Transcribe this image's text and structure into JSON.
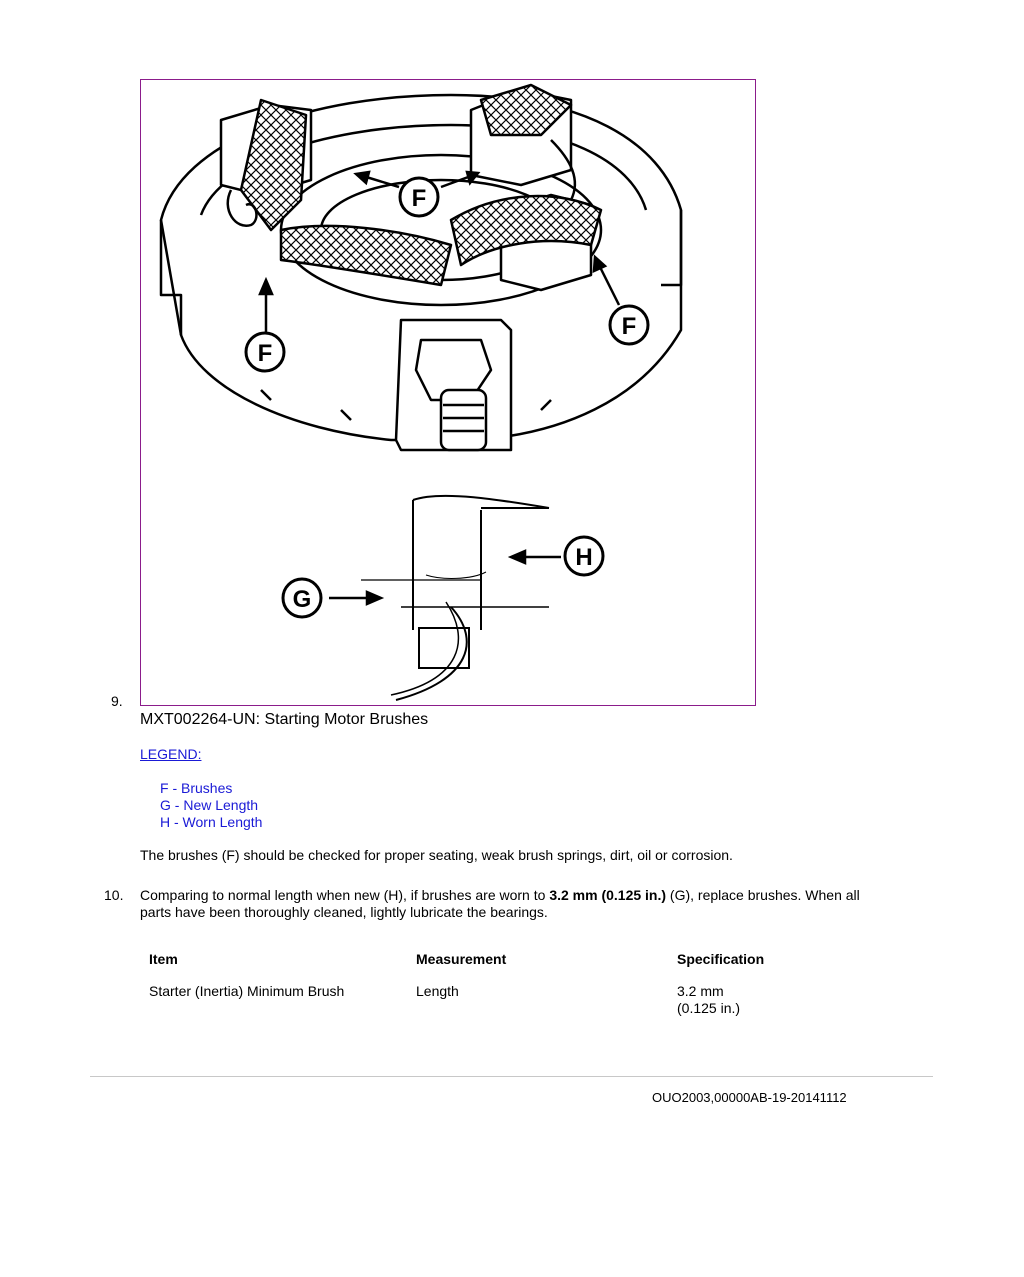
{
  "step9": {
    "number": "9.",
    "figure": {
      "callouts": {
        "F": "F",
        "G": "G",
        "H": "H"
      }
    },
    "caption": "MXT002264-UN: Starting Motor Brushes",
    "legend_title": "LEGEND:",
    "legend_items": [
      "F - Brushes",
      "G - New Length",
      "H - Worn Length"
    ],
    "note": "The brushes (F) should be checked for proper seating, weak brush springs, dirt, oil or corrosion."
  },
  "step10": {
    "number": "10.",
    "text_before": "Comparing to normal length when new (H), if brushes are worn to ",
    "text_bold": "3.2 mm (0.125 in.)",
    "text_after_line1": " (G), replace brushes. When all",
    "text_line2": "parts have been thoroughly cleaned, lightly lubricate the bearings."
  },
  "spec_table": {
    "headers": [
      "Item",
      "Measurement",
      "Specification"
    ],
    "rows": [
      {
        "item": "Starter (Inertia) Minimum Brush",
        "measurement": "Length",
        "spec_line1": "3.2 mm",
        "spec_line2": "(0.125 in.)"
      }
    ]
  },
  "footer": {
    "doc_id": "OUO2003,00000AB-19-20141112"
  },
  "colors": {
    "link": "#1a1ad6",
    "figure_border": "#8b1c8b",
    "rule": "#c8c8c8"
  }
}
